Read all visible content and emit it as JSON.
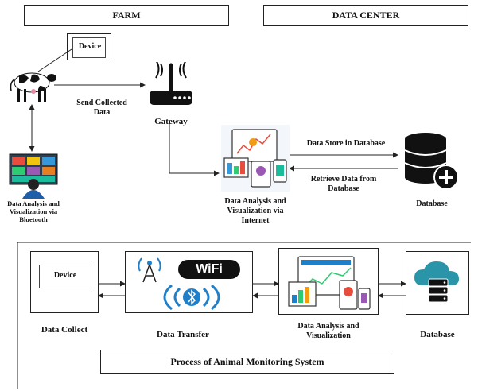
{
  "top": {
    "farm_title": "FARM",
    "datacenter_title": "DATA CENTER",
    "device_label": "Device",
    "send_label": "Send Collected Data",
    "gateway_label": "Gateway",
    "local_viz_label": "Data Analysis and Visualization via Bluetooth",
    "store_label": "Data Store in Database",
    "retrieve_label": "Retrieve Data from Database",
    "internet_viz_label": "Data Analysis and Visualization via Internet",
    "database_label": "Database"
  },
  "process": {
    "stages": [
      {
        "label": "Data Collect",
        "inner_label": "Device"
      },
      {
        "label": "Data Transfer",
        "wifi_text": "WiFi"
      },
      {
        "label": "Data Analysis and Visualization"
      },
      {
        "label": "Database"
      }
    ],
    "caption": "Process of Animal Monitoring System"
  },
  "colors": {
    "line": "#222222",
    "accent_blue": "#1f7fc8",
    "cloud_teal": "#2a95a8",
    "db_black": "#111111"
  }
}
